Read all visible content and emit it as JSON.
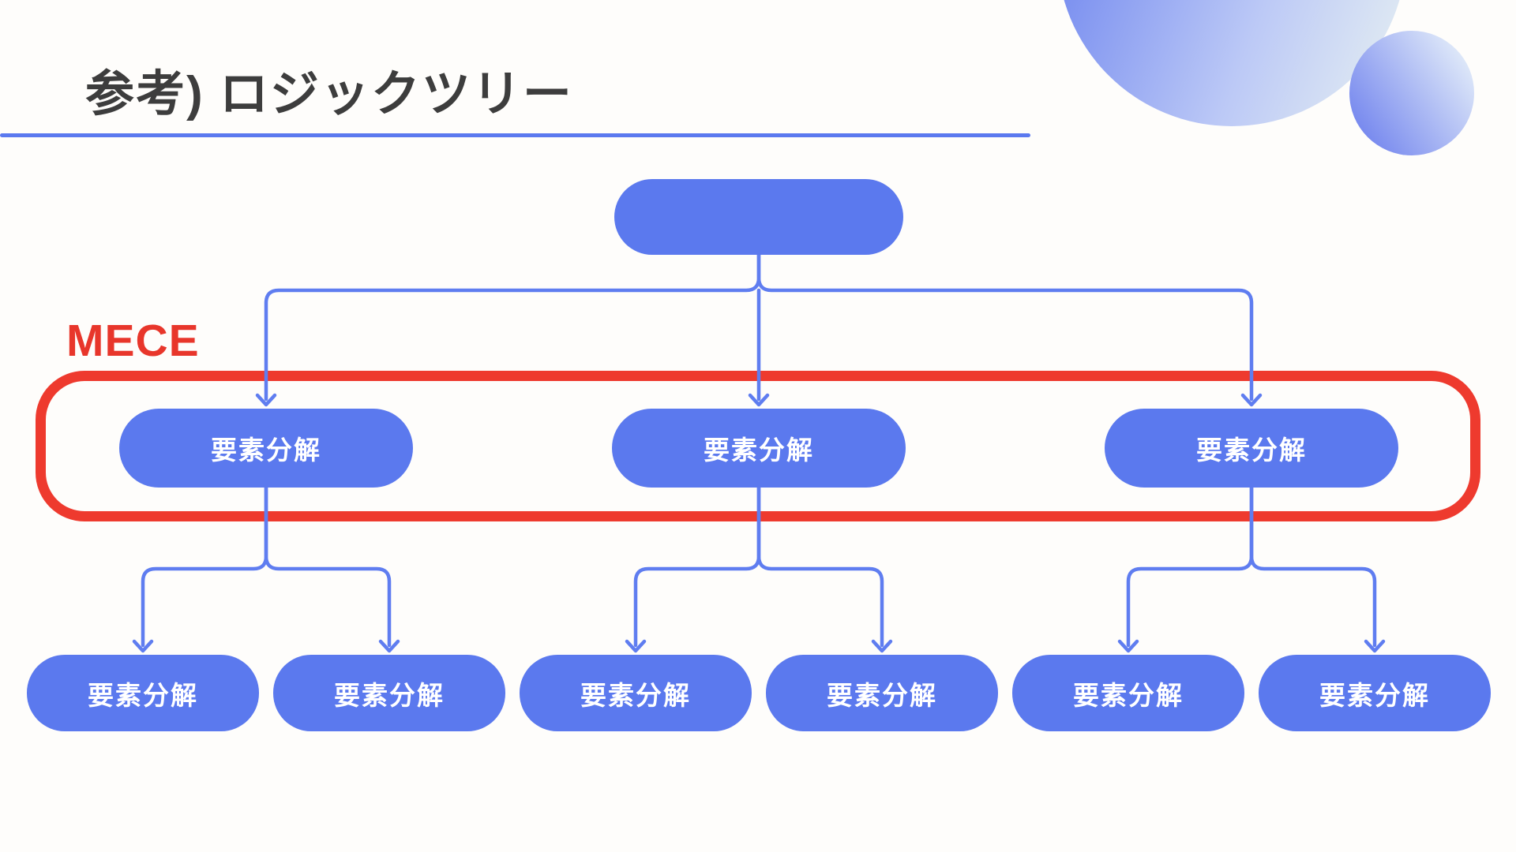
{
  "title": "参考) ロジックツリー",
  "mece_label": "MECE",
  "tree": {
    "root_label": "",
    "level2_labels": [
      "要素分解",
      "要素分解",
      "要素分解"
    ],
    "level3_labels": [
      "要素分解",
      "要素分解",
      "要素分解",
      "要素分解",
      "要素分解",
      "要素分解"
    ]
  },
  "colors": {
    "node_blue": "#5b79ee",
    "connector_blue": "#5f7df0",
    "mece_red": "#ee3a2e",
    "title_gray": "#3d3d3d",
    "underline_blue": "#5b79ef",
    "decor_gradient_start": "#7b90f0",
    "decor_gradient_end": "#edf6f1"
  }
}
